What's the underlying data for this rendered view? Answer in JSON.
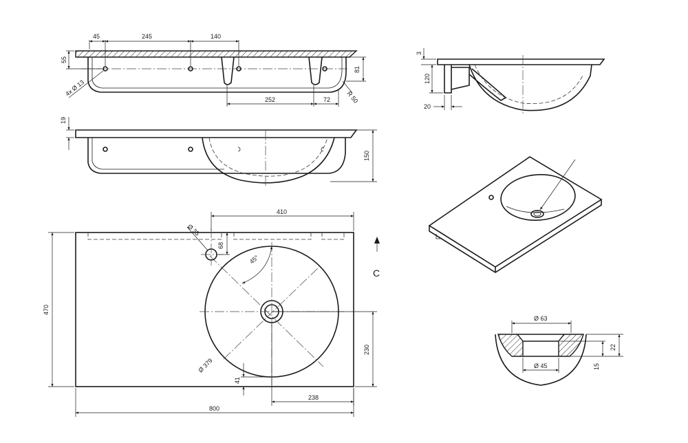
{
  "dimensions": {
    "top_45": "45",
    "top_245": "245",
    "top_140": "140",
    "top_55": "55",
    "top_81": "81",
    "top_holes": "4x Ø 13",
    "top_r50": "R 50",
    "top_252": "252",
    "top_72": "72",
    "mid_19": "19",
    "mid_150": "150",
    "plan_410": "410",
    "plan_470": "470",
    "plan_800": "800",
    "plan_230": "230",
    "plan_238": "238",
    "plan_41": "41",
    "plan_68": "68",
    "plan_45deg": "45°",
    "plan_d379": "Ø 379",
    "plan_d35": "Ø 35",
    "side_3": "3",
    "side_120": "120",
    "side_20": "20",
    "detail_d63": "Ø 63",
    "detail_d45": "Ø 45",
    "detail_22": "22",
    "detail_15": "15"
  },
  "section_label": "C"
}
